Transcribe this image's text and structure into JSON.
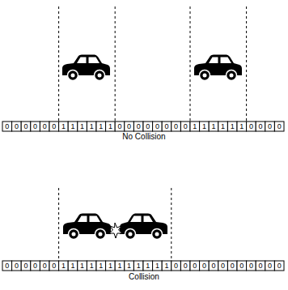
{
  "diagram": {
    "labels": [
      "0",
      "0",
      "0",
      "0",
      "0",
      "0",
      "1",
      "1",
      "1",
      "1",
      "1",
      "1",
      "0",
      "0",
      "0",
      "0",
      "0",
      "0",
      "0",
      "0",
      "1",
      "1",
      "1",
      "1",
      "1",
      "1",
      "0",
      "0",
      "0",
      "0",
      "0",
      "0",
      "0",
      "0",
      "0",
      "0",
      "1",
      "1",
      "1",
      "1",
      "1",
      "1",
      "1",
      "1",
      "1",
      "1",
      "1",
      "1",
      "0",
      "0",
      "0",
      "0",
      "0",
      "0",
      "0",
      "0",
      "0",
      "0",
      "0",
      "0",
      "No Collision",
      "Collision"
    ]
  }
}
